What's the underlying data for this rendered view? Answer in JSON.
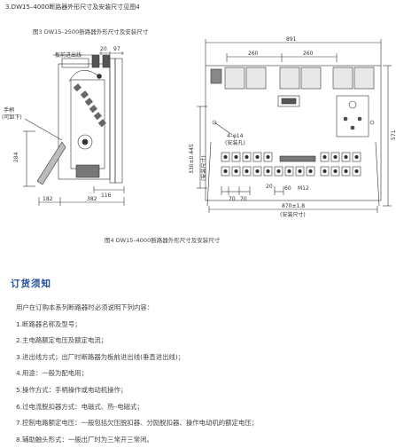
{
  "heading": "3.DW15–4000断路器外形尺寸及安装尺寸见图4",
  "fig3_caption": "图3 DW15–2500断路器外形尺寸及安装尺寸",
  "fig4_caption": "图4 DW15–4000断路器外形尺寸及安装尺寸",
  "left_figure": {
    "label_top_wiring": "板前进出线",
    "label_handle_line1": "手柄",
    "label_handle_line2": "(可卸下)",
    "dim_20": "20",
    "dim_97": "97",
    "dim_284": "284",
    "dim_116": "116",
    "dim_182": "182",
    "dim_382": "382"
  },
  "right_figure": {
    "dim_891": "891",
    "dim_260a": "260",
    "dim_260b": "260",
    "dim_hole_line1": "4–φ14",
    "dim_hole_line2": "(安装孔)",
    "dim_330": "330±0.445",
    "dim_install_label": "(安装尺寸)",
    "dim_571": "571",
    "dim_70a": "70",
    "dim_70b": "70",
    "dim_20": "20",
    "dim_60": "60",
    "dim_m12": "M12",
    "dim_870_line1": "870±1.8",
    "dim_870_line2": "(安装尺寸)"
  },
  "ordering": {
    "title": "订货须知",
    "intro": "用户在订购本系列断路器时必须说明下列内容：",
    "items": [
      "1.断路器名称及型号；",
      "2.主电路额定电压及额定电流；",
      "3.进出线方式；出厂时断路器为板前进出线(垂直进出线)；",
      "4.用途：一般为配电用；",
      "5.操作方式：手柄操作或电动机操作；",
      "6.过电流脱扣器方式：电磁式、热–电磁式；",
      "7.控制电路额定电压：一般包括欠压脱扣器、分励脱扣器、操作电动机的额定电压；",
      "8.辅助触头形式：一般出厂时为三常开三常闭。"
    ]
  },
  "colors": {
    "section_title": "#1f4e9a",
    "line": "#333333"
  }
}
